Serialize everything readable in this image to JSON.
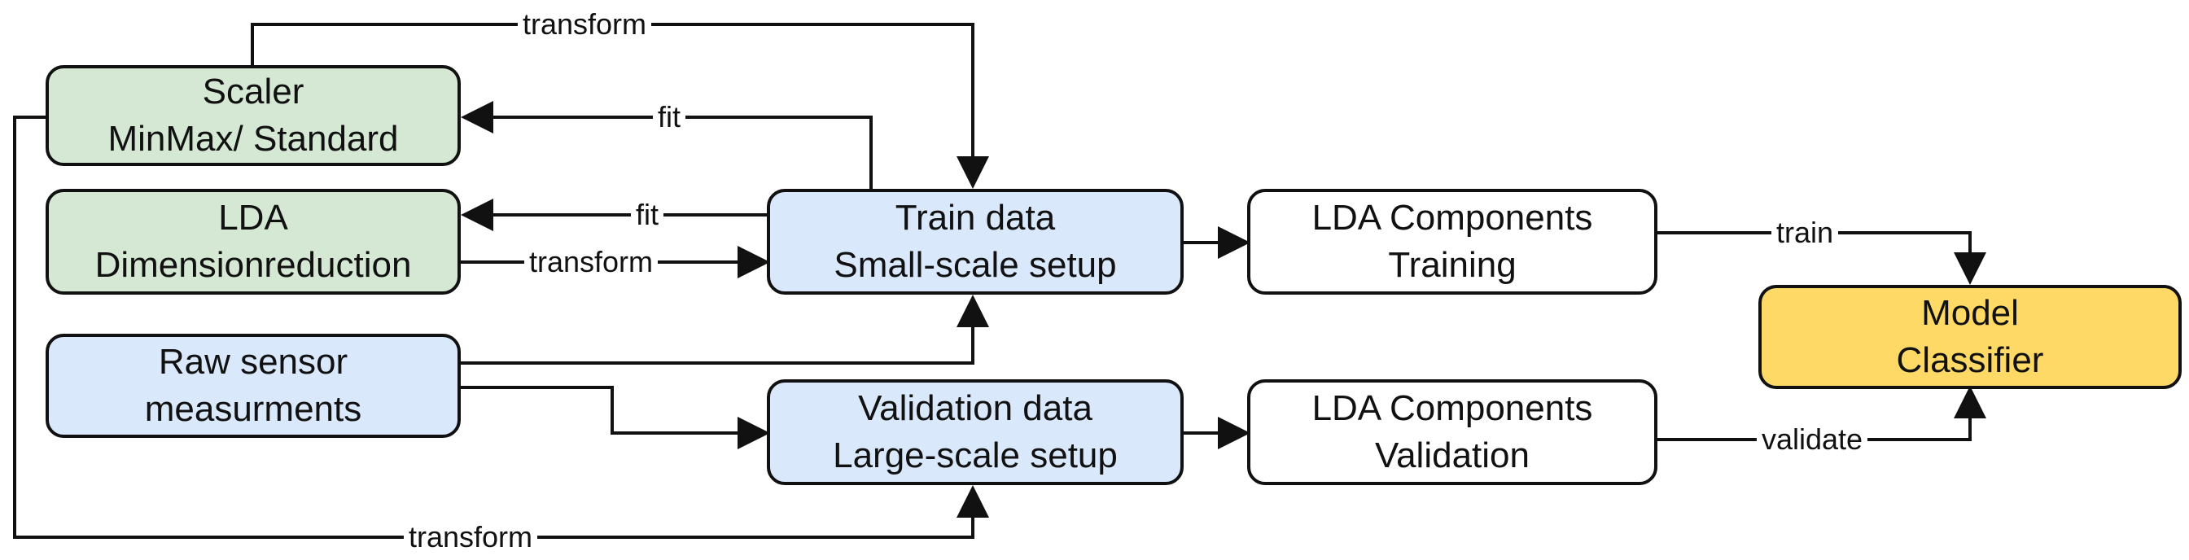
{
  "colors": {
    "green": "#d5e8d4",
    "blue": "#dae8fc",
    "white": "#ffffff",
    "yellow": "#ffd966",
    "stroke": "#111111"
  },
  "nodes": {
    "scaler": {
      "line1": "Scaler",
      "line2": "MinMax/ Standard"
    },
    "lda": {
      "line1": "LDA",
      "line2": "Dimensionreduction"
    },
    "raw": {
      "line1": "Raw sensor",
      "line2": "measurments"
    },
    "train": {
      "line1": "Train data",
      "line2": "Small-scale setup"
    },
    "validation": {
      "line1": "Validation data",
      "line2": "Large-scale setup"
    },
    "lda_train": {
      "line1": "LDA Components",
      "line2": "Training"
    },
    "lda_val": {
      "line1": "LDA Components",
      "line2": "Validation"
    },
    "model": {
      "line1": "Model",
      "line2": "Classifier"
    }
  },
  "edges": {
    "transform_top": "transform",
    "fit_scaler": "fit",
    "fit_lda": "fit",
    "transform_lda": "transform",
    "transform_bottom": "transform",
    "train": "train",
    "validate": "validate"
  }
}
